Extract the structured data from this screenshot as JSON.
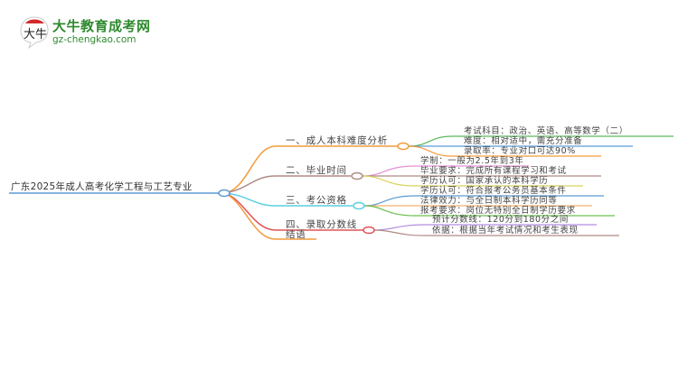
{
  "brand": {
    "name": "大牛教育成考网",
    "url": "gz-chengkao.com",
    "mark_text": "大牛",
    "color": "#2f8a2f",
    "accent": "#d22b2b"
  },
  "mindmap": {
    "root": "广东2025年成人高考化学工程与工艺专业",
    "branches": [
      {
        "label": "一、成人本科难度分析",
        "color": "#f39a3c",
        "children": [
          {
            "text": "考试科目：政治、英语、高等数学（二）",
            "color": "#5cb85c"
          },
          {
            "text": "难度：相对适中，需充分准备",
            "color": "#5b9bd5"
          },
          {
            "text": "录取率：专业对口可达90%",
            "color": "#f39a3c"
          }
        ]
      },
      {
        "label": "二、毕业时间",
        "color": "#b08a84",
        "children": [
          {
            "text": "学制：一般为2.5年到3年",
            "color": "#e58fd6"
          },
          {
            "text": "毕业要求：完成所有课程学习和考试",
            "color": "#b08a84"
          },
          {
            "text": "学历认可：国家承认的本科学历",
            "color": "#d9d257"
          }
        ]
      },
      {
        "label": "三、考公资格",
        "color": "#5bcfe0",
        "children": [
          {
            "text": "学历认可：符合报考公务员基本条件",
            "color": "#5b9bd5"
          },
          {
            "text": "法律效力：与全日制本科学历同等",
            "color": "#f5b26b"
          },
          {
            "text": "报考要求：岗位无特别全日制学历要求",
            "color": "#6cbf4f"
          }
        ]
      },
      {
        "label": "四、录取分数线",
        "color": "#e0545a",
        "children": [
          {
            "text": "预计分数线：120分到180分之间",
            "color": "#b48ee0"
          },
          {
            "text": "依据：根据当年考试情况和考生表现",
            "color": "#b08a84"
          }
        ]
      },
      {
        "label": "结语",
        "color": "#f39a3c",
        "children": []
      }
    ]
  }
}
